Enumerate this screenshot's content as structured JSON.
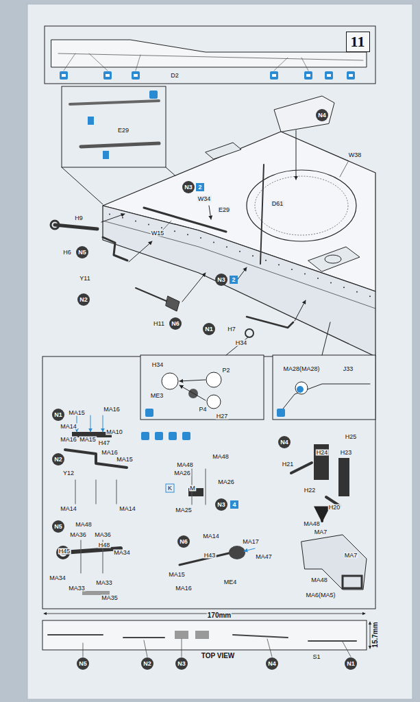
{
  "diagram": {
    "nodes": [
      {
        "text": [
          "11"
        ]
      },
      {
        "text": [
          "N4"
        ]
      },
      {
        "text": [
          "N3"
        ]
      },
      {
        "text": [
          "2"
        ]
      },
      {
        "text": [
          "N5"
        ]
      },
      {
        "text": [
          "N2"
        ]
      },
      {
        "text": [
          "N6"
        ]
      },
      {
        "text": [
          "N3"
        ]
      },
      {
        "text": [
          "2"
        ]
      },
      {
        "text": [
          "N1"
        ]
      },
      {
        "text": [
          "N1"
        ]
      },
      {
        "text": [
          "N2"
        ]
      },
      {
        "text": [
          "N4"
        ]
      },
      {
        "text": [
          "N3"
        ]
      },
      {
        "text": [
          "4"
        ]
      },
      {
        "text": [
          "N5"
        ]
      },
      {
        "text": [
          "N6"
        ]
      },
      {
        "text": [
          "N5"
        ]
      },
      {
        "text": [
          "N2"
        ]
      },
      {
        "text": [
          "N3"
        ]
      },
      {
        "text": [
          "N4"
        ]
      },
      {
        "text": [
          "N1"
        ]
      }
    ],
    "labels": [
      "D2",
      "E29",
      "W38",
      "W34",
      "E29",
      "D61",
      "H9",
      "W15",
      "H6",
      "Y11",
      "H11",
      "H7",
      "H34",
      "H34",
      "P2",
      "ME3",
      "P4",
      "H27",
      "MA28(MA28)",
      "J33",
      "MA15",
      "MA16",
      "MA10",
      "MA14",
      "H47",
      "MA16",
      "MA15",
      "MA16",
      "MA15",
      "Y12",
      "MA14",
      "MA14",
      "MA48",
      "MA48",
      "MA26",
      "MA26",
      "K",
      "M",
      "MA25",
      "H25",
      "H24",
      "H23",
      "H21",
      "H22",
      "H20",
      "MA48",
      "MA7",
      "MA7",
      "MA48",
      "MA6(MA5)",
      "MA48",
      "MA36",
      "MA36",
      "H48",
      "H45",
      "MA34",
      "MA34",
      "MA33",
      "MA33",
      "MA35",
      "MA14",
      "MA17",
      "MA47",
      "H43",
      "MA15",
      "ME4",
      "MA16",
      "170mm",
      "15.7mm",
      "TOP VIEW",
      "S1"
    ]
  }
}
